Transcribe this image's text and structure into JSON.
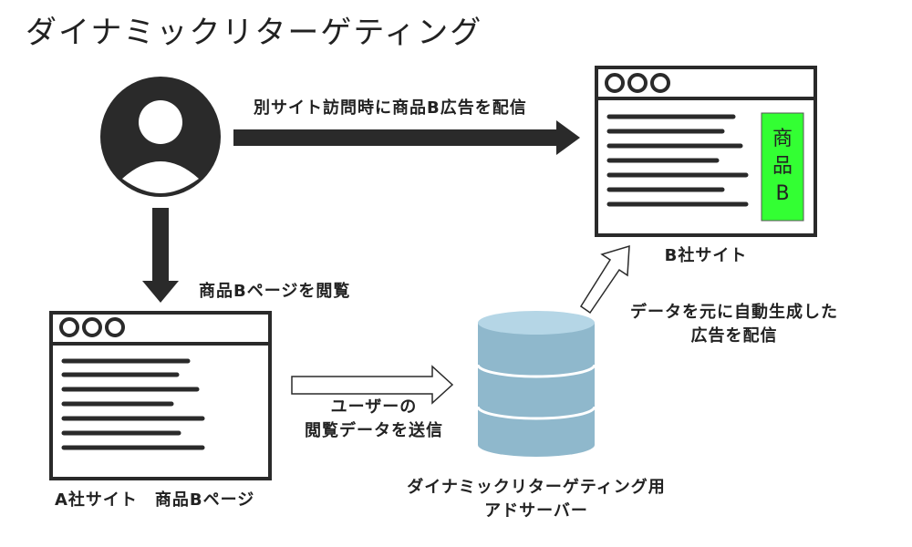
{
  "title": "ダイナミックリターゲティング",
  "labels": {
    "top_arrow": "別サイト訪問時に商品B広告を配信",
    "down_arrow": "商品Bページを閲覧",
    "mid_arrow_line1": "ユーザーの",
    "mid_arrow_line2": "閲覧データを送信",
    "up_arrow_line1": "データを元に自動生成した",
    "up_arrow_line2": "広告を配信",
    "site_a": "A社サイト　商品Bページ",
    "site_b": "B社サイト",
    "server_line1": "ダイナミックリターゲティング用",
    "server_line2": "アドサーバー"
  },
  "ad_box": {
    "line1": "商",
    "line2": "品",
    "line3": "B"
  },
  "colors": {
    "dark": "#2a2a2a",
    "ad_green": "#33ff33",
    "db_fill": "#8fb8cc",
    "db_top": "#b5d6e6"
  }
}
